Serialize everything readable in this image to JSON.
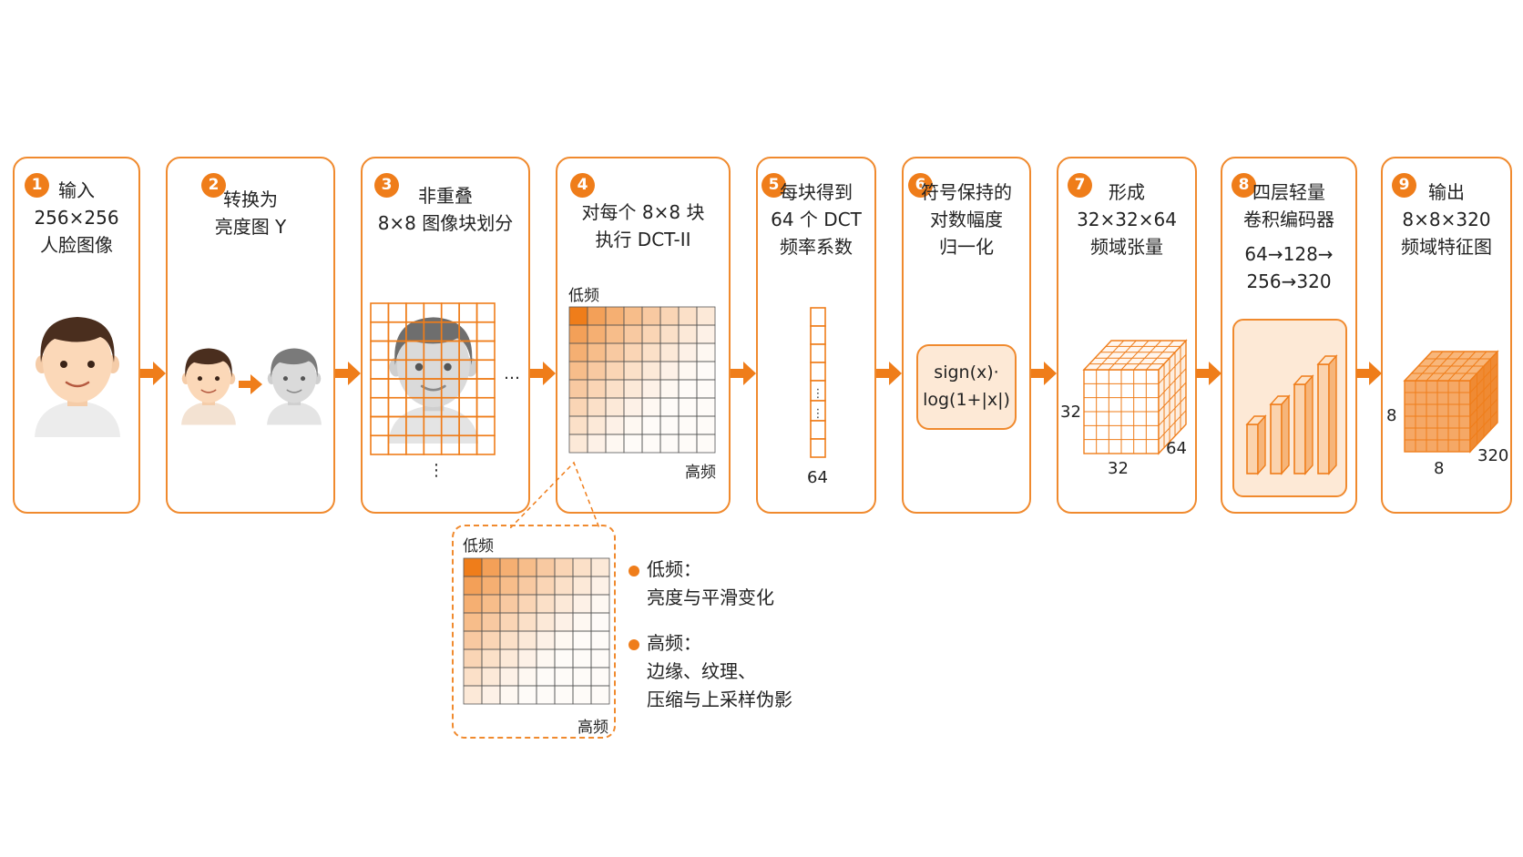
{
  "steps": [
    {
      "num": "1",
      "lines": [
        "输入",
        "256×256",
        "人脸图像"
      ]
    },
    {
      "num": "2",
      "lines": [
        "转换为",
        "亮度图 Y"
      ]
    },
    {
      "num": "3",
      "lines": [
        "非重叠",
        "8×8 图像块划分"
      ]
    },
    {
      "num": "4",
      "lines": [
        "对每个 8×8 块",
        "执行 DCT-II"
      ]
    },
    {
      "num": "5",
      "lines": [
        "每块得到",
        "64 个 DCT",
        "频率系数"
      ]
    },
    {
      "num": "6",
      "lines": [
        "符号保持的",
        "对数幅度",
        "归一化"
      ]
    },
    {
      "num": "7",
      "lines": [
        "形成",
        "32×32×64",
        "频域张量"
      ]
    },
    {
      "num": "8",
      "lines": [
        "四层轻量",
        "卷积编码器",
        "64→128→",
        "256→320"
      ]
    },
    {
      "num": "9",
      "lines": [
        "输出",
        "8×8×320",
        "频域特征图"
      ]
    }
  ],
  "dct": {
    "low_label": "低频",
    "high_label": "高频"
  },
  "step3": {
    "ellipsis_h": "…",
    "ellipsis_v": "⋮"
  },
  "step5": {
    "dim_label": "64",
    "gap_mark": "⋮"
  },
  "step6": {
    "formula_line1": "sign(x)·",
    "formula_line2": "log(1+|x|)"
  },
  "step7": {
    "dim_left": "32",
    "dim_bottom": "32",
    "dim_depth": "64"
  },
  "step9": {
    "dim_left": "8",
    "dim_bottom": "8",
    "dim_depth": "320"
  },
  "legend": {
    "low_title": "低频：",
    "low_desc": "亮度与平滑变化",
    "high_title": "高频：",
    "high_desc_1": "边缘、纹理、",
    "high_desc_2": "压缩与上采样伪影"
  },
  "colors": {
    "accent": "#ef7d1a",
    "border": "#f08a2e",
    "light_fill": "#fde9d6"
  }
}
